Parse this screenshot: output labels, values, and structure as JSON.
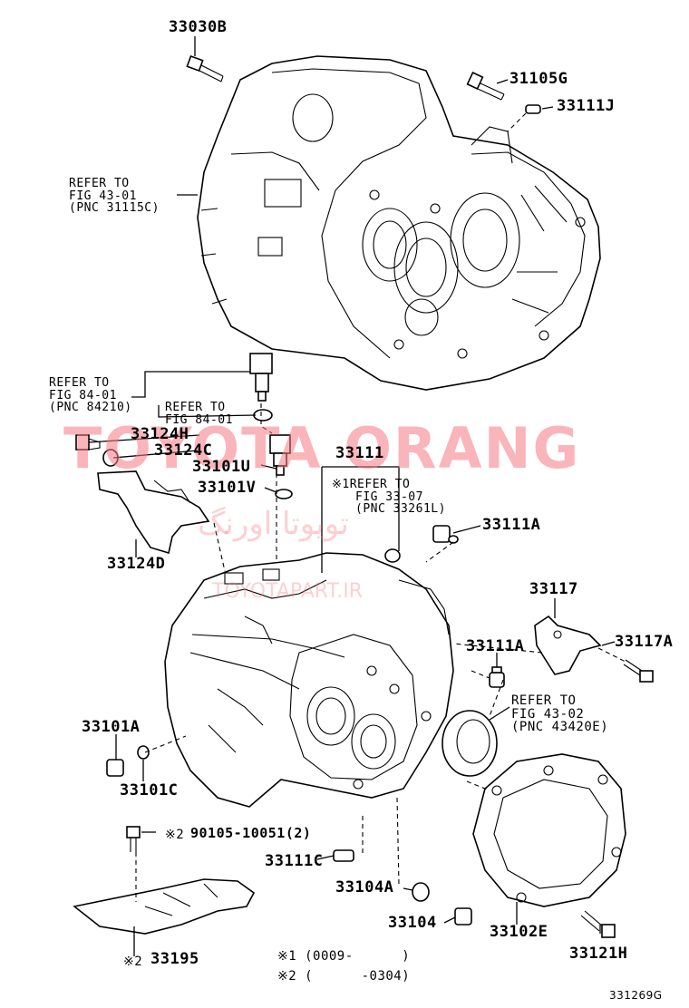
{
  "labels": {
    "p33030B": "33030B",
    "p31105G": "31105G",
    "p33111J": "33111J",
    "p33124H": "33124H",
    "p33124C": "33124C",
    "p33101U": "33101U",
    "p33101V": "33101V",
    "p33111": "33111",
    "p33111A_1": "33111A",
    "p33124D": "33124D",
    "p33117": "33117",
    "p33111A_2": "33111A",
    "p33117A": "33117A",
    "p33101A": "33101A",
    "p33101C": "33101C",
    "p33111C": "33111C",
    "p33104A": "33104A",
    "p33104": "33104",
    "p33102E": "33102E",
    "p33121H": "33121H",
    "p33195": "33195",
    "p90105": "90105-10051(2)"
  },
  "notes": {
    "refer_4301_l1": "REFER TO",
    "refer_4301_l2": "FIG 43-01",
    "refer_4301_l3": "(PNC 31115C)",
    "refer_8401a_l1": "REFER TO",
    "refer_8401a_l2": "FIG 84-01",
    "refer_8401a_l3": "(PNC 84210)",
    "refer_8401b_l1": "REFER TO",
    "refer_8401b_l2": "FIG 84-01",
    "refer_3307_l1": "※1REFER TO",
    "refer_3307_l2": "FIG 33-07",
    "refer_3307_l3": "(PNC 33261L)",
    "refer_4302_l1": "REFER TO",
    "refer_4302_l2": "FIG 43-02",
    "refer_4302_l3": "(PNC 43420E)",
    "mark2_bolt": "※2",
    "mark2_guard": "※2",
    "footnote1": "※1 (0009-      )",
    "footnote2": "※2 (      -0304)",
    "figure_id": "331269G"
  },
  "watermark": {
    "brand": "TOYOTA ORANG",
    "persian": "تویوتا اورنگ",
    "site": "TOYOTAPART.IR",
    "color": "#f47884"
  }
}
